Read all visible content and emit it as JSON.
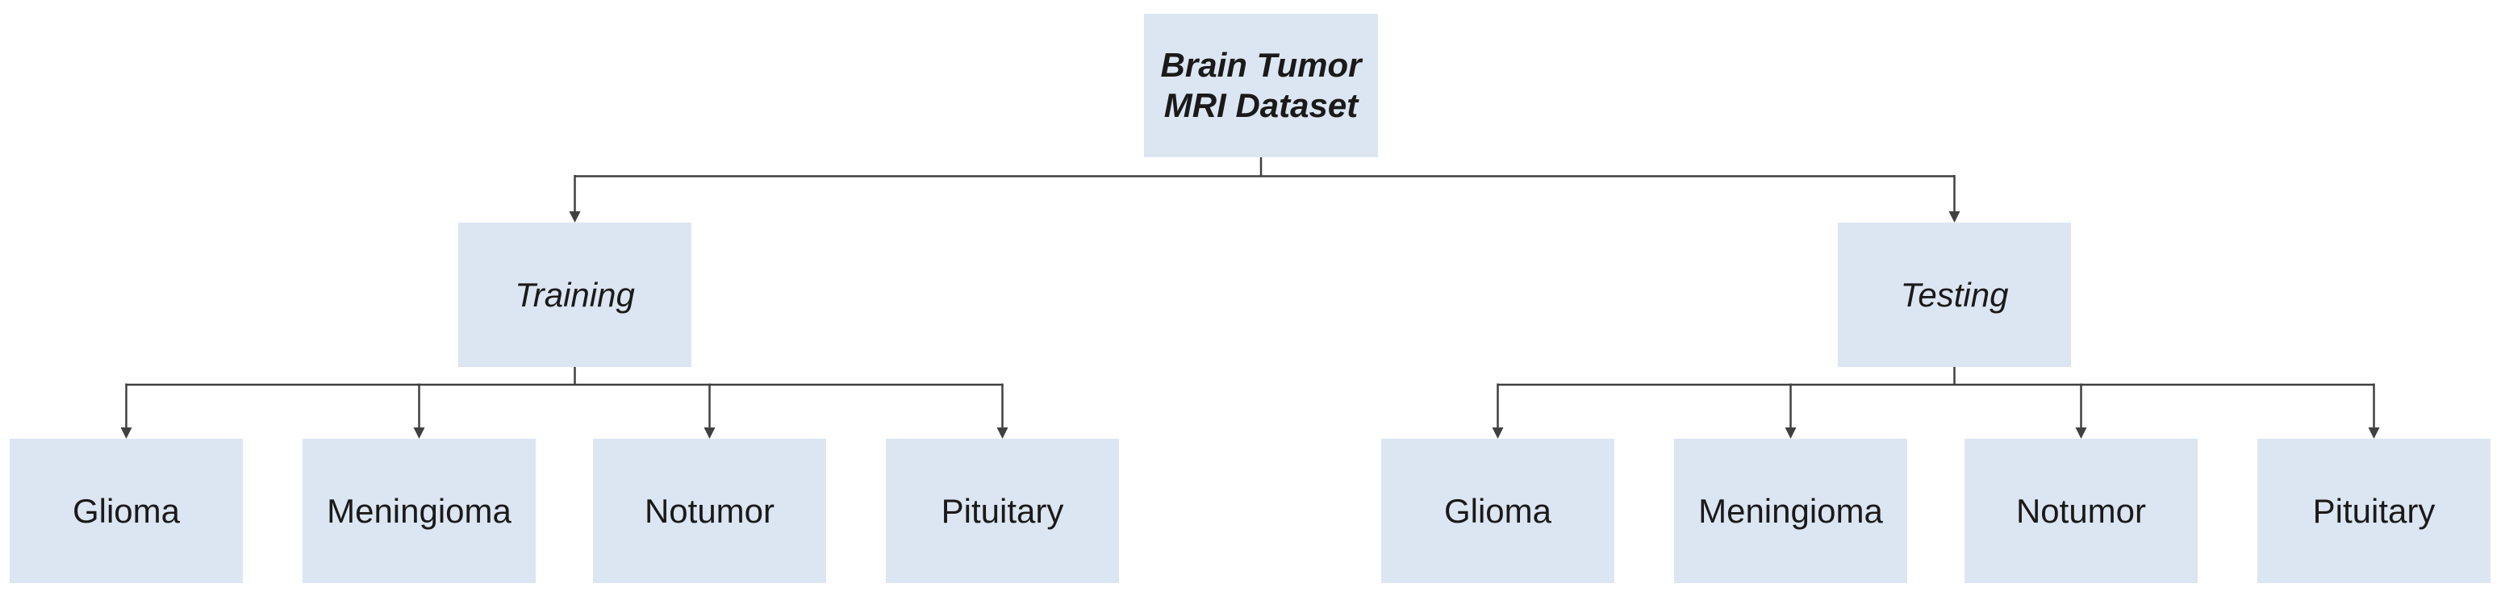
{
  "diagram": {
    "type": "tree",
    "colors": {
      "node_fill": "#dce6f2",
      "line": "#404040",
      "text": "#1a1a1a",
      "background": "#ffffff"
    },
    "root": {
      "label": "Brain Tumor MRI Dataset",
      "line1": "Brain Tumor",
      "line2": "MRI Dataset"
    },
    "branches": [
      {
        "label": "Training",
        "children": [
          {
            "label": "Glioma"
          },
          {
            "label": "Meningioma"
          },
          {
            "label": "Notumor"
          },
          {
            "label": "Pituitary"
          }
        ]
      },
      {
        "label": "Testing",
        "children": [
          {
            "label": "Glioma"
          },
          {
            "label": "Meningioma"
          },
          {
            "label": "Notumor"
          },
          {
            "label": "Pituitary"
          }
        ]
      }
    ]
  }
}
